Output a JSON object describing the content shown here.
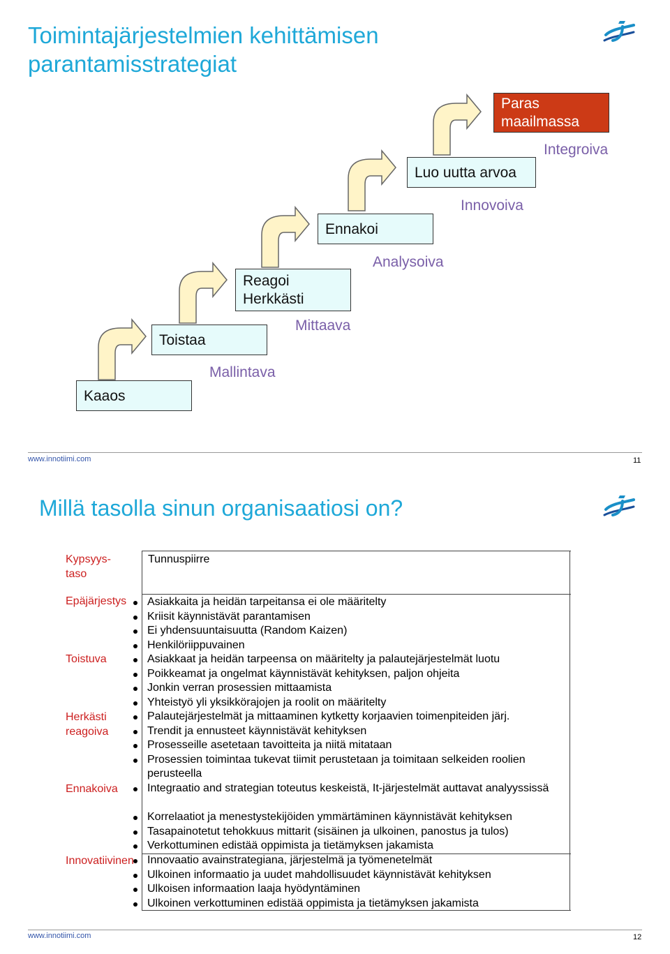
{
  "slide1": {
    "title_line1": "Toimintajärjestelmien kehittämisen",
    "title_line2": "parantamisstrategiat",
    "logo_icon": "innotiimi-logo-icon",
    "steps": [
      {
        "box": "Kaaos",
        "level": "Mallintava"
      },
      {
        "box": "Toistaa",
        "level": "Mittaava"
      },
      {
        "box_line1": "Reagoi",
        "box_line2": "Herkkästi",
        "level": "Analysoiva"
      },
      {
        "box": "Ennakoi",
        "level": "Innovoiva"
      },
      {
        "box": "Luo uutta arvoa",
        "level": "Integroiva"
      },
      {
        "box_line1": "Paras",
        "box_line2": "maailmassa"
      }
    ],
    "colors": {
      "title": "#1ea8d8",
      "box_fill": "#e6fbfb",
      "top_box_fill": "#cc3a16",
      "arrow_fill": "#fff4c8",
      "level_text": "#7a5fa8"
    },
    "footer_url": "www.innotiimi.com",
    "page_number": "11"
  },
  "slide2": {
    "title": "Millä tasolla sinun organisaatiosi on?",
    "header_level_line1": "Kypsyys-",
    "header_level_line2": "taso",
    "header_feature": "Tunnuspiirre",
    "rows": [
      {
        "level_line1": "Epäjärjestys",
        "level_line2": "",
        "bullets": [
          "Asiakkaita ja heidän tarpeitansa ei ole määritelty",
          "Kriisit käynnistävät parantamisen",
          "Ei yhdensuuntaisuutta (Random Kaizen)",
          "Henkilöriippuvainen"
        ]
      },
      {
        "level_line1": "Toistuva",
        "level_line2": "",
        "bullets": [
          "Asiakkaat ja heidän tarpeensa on määritelty ja palautejärjestelmät luotu",
          "Poikkeamat ja ongelmat käynnistävät kehityksen, paljon ohjeita",
          "Jonkin verran prosessien mittaamista",
          "Yhteistyö yli yksikkörajojen ja roolit on määritelty"
        ]
      },
      {
        "level_line1": "Herkästi",
        "level_line2": "reagoiva",
        "bullets": [
          "Palautejärjestelmät ja mittaaminen kytketty korjaavien toimenpiteiden järj.",
          "Trendit ja ennusteet käynnistävät kehityksen",
          "Prosesseille asetetaan tavoitteita ja niitä mitataan",
          "Prosessien toimintaa tukevat tiimit perustetaan ja toimitaan selkeiden roolien perusteella"
        ]
      },
      {
        "level_line1": "Ennakoiva",
        "level_line2": "",
        "bullets": [
          "Integraatio and strategian toteutus keskeistä, It-järjestelmät auttavat analyyssissä",
          "Korrelaatiot ja menestystekijöiden ymmärtäminen käynnistävät kehityksen",
          "Tasapainotetut tehokkuus mittarit (sisäinen ja ulkoinen, panostus ja tulos)",
          "Verkottuminen edistää oppimista ja tietämyksen jakamista"
        ]
      },
      {
        "level_line1": "Innovatiivinen",
        "level_line2": "",
        "bullets": [
          "Innovaatio avainstrategiana, järjestelmä ja työmenetelmät",
          "Ulkoinen informaatio ja uudet mahdollisuudet käynnistävät kehityksen",
          "Ulkoisen informaation laaja hyödyntäminen",
          "Ulkoinen verkottuminen edistää oppimista ja tietämyksen jakamista"
        ]
      }
    ],
    "colors": {
      "title": "#1ea8d8",
      "level_text": "#cc1f1f"
    },
    "footer_url": "www.innotiimi.com",
    "page_number": "12"
  }
}
